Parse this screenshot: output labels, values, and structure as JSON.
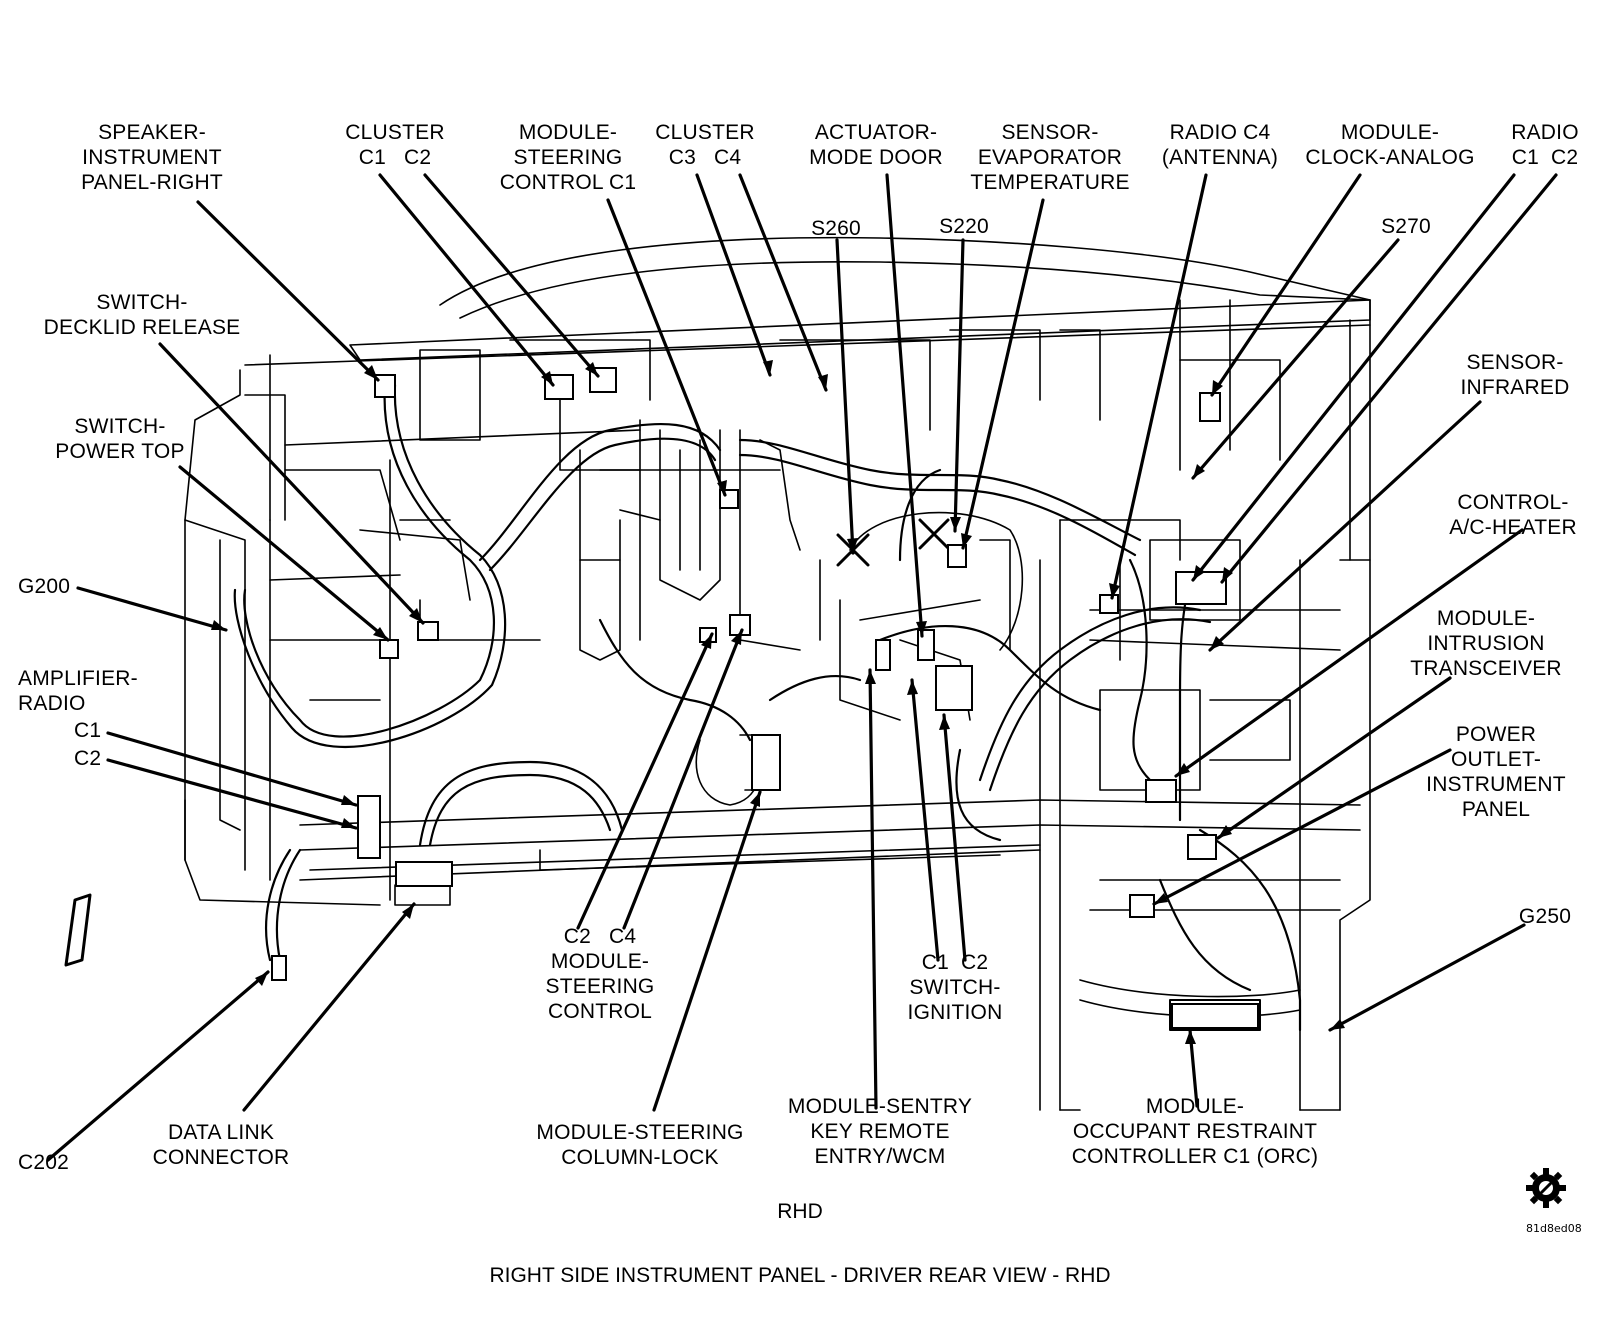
{
  "labels": {
    "speaker_ip_right": "SPEAKER-\nINSTRUMENT\nPANEL-RIGHT",
    "cluster_c1_c2": "CLUSTER\nC1   C2",
    "module_steering_control_c1": "MODULE-\nSTEERING\nCONTROL C1",
    "cluster_c3_c4": "CLUSTER\nC3   C4",
    "actuator_mode_door": "ACTUATOR-\nMODE DOOR",
    "sensor_evap_temp": "SENSOR-\nEVAPORATOR\nTEMPERATURE",
    "radio_c4_antenna": "RADIO C4\n(ANTENNA)",
    "module_clock_analog": "MODULE-\nCLOCK-ANALOG",
    "radio_c1_c2": "RADIO\nC1  C2",
    "s260": "S260",
    "s220": "S220",
    "s270": "S270",
    "switch_decklid_release": "SWITCH-\nDECKLID RELEASE",
    "switch_power_top": "SWITCH-\nPOWER TOP",
    "sensor_infrared": "SENSOR-\nINFRARED",
    "control_ac_heater": "CONTROL-\nA/C-HEATER",
    "g200": "G200",
    "module_intrusion_transceiver": "MODULE-\nINTRUSION\nTRANSCEIVER",
    "amplifier_radio": "AMPLIFIER-\nRADIO",
    "amp_c1": "C1",
    "amp_c2": "C2",
    "power_outlet_ip": "POWER\nOUTLET-\nINSTRUMENT\nPANEL",
    "g250": "G250",
    "module_steering_control": "C2   C4\nMODULE-\nSTEERING\nCONTROL",
    "switch_ignition": "C1  C2\nSWITCH-\nIGNITION",
    "c202": "C202",
    "data_link_connector": "DATA LINK\nCONNECTOR",
    "module_steering_column_lock": "MODULE-STEERING\nCOLUMN-LOCK",
    "module_sentry_key": "MODULE-SENTRY\nKEY REMOTE\nENTRY/WCM",
    "module_orc": "MODULE-\nOCCUPANT RESTRAINT\nCONTROLLER C1 (ORC)"
  },
  "rhd": "RHD",
  "caption": "RIGHT SIDE INSTRUMENT PANEL - DRIVER REAR VIEW - RHD",
  "code": "81d8ed08",
  "logo_icon": "service-gear-icon"
}
